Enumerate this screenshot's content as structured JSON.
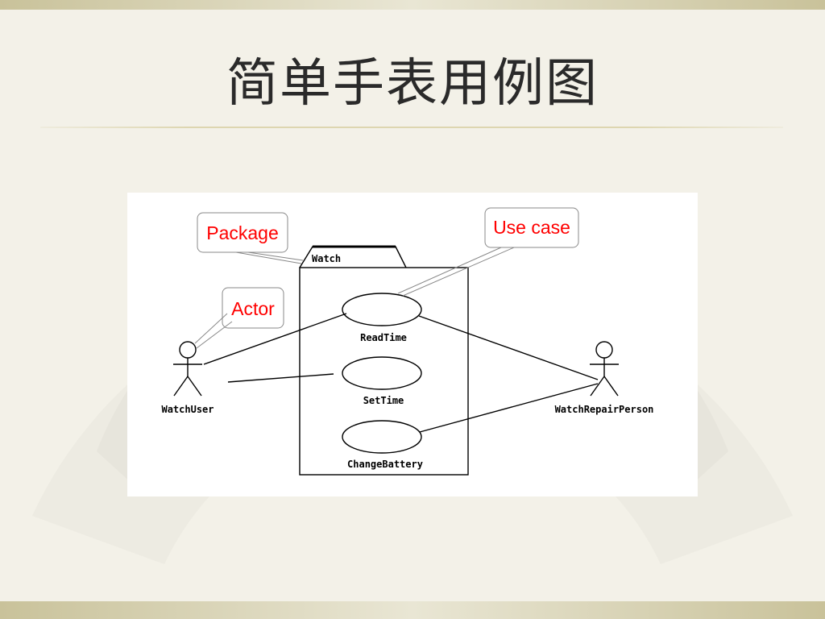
{
  "slide": {
    "title": "简单手表用例图"
  },
  "diagram": {
    "package": {
      "label": "Watch"
    },
    "use_cases": [
      "ReadTime",
      "SetTime",
      "ChangeBattery"
    ],
    "actors": [
      "WatchUser",
      "WatchRepairPerson"
    ],
    "callouts": {
      "package": "Package",
      "actor": "Actor",
      "use_case": "Use case"
    }
  },
  "colors": {
    "callout_text": "#ff0000",
    "background": "#f3f1e8"
  }
}
